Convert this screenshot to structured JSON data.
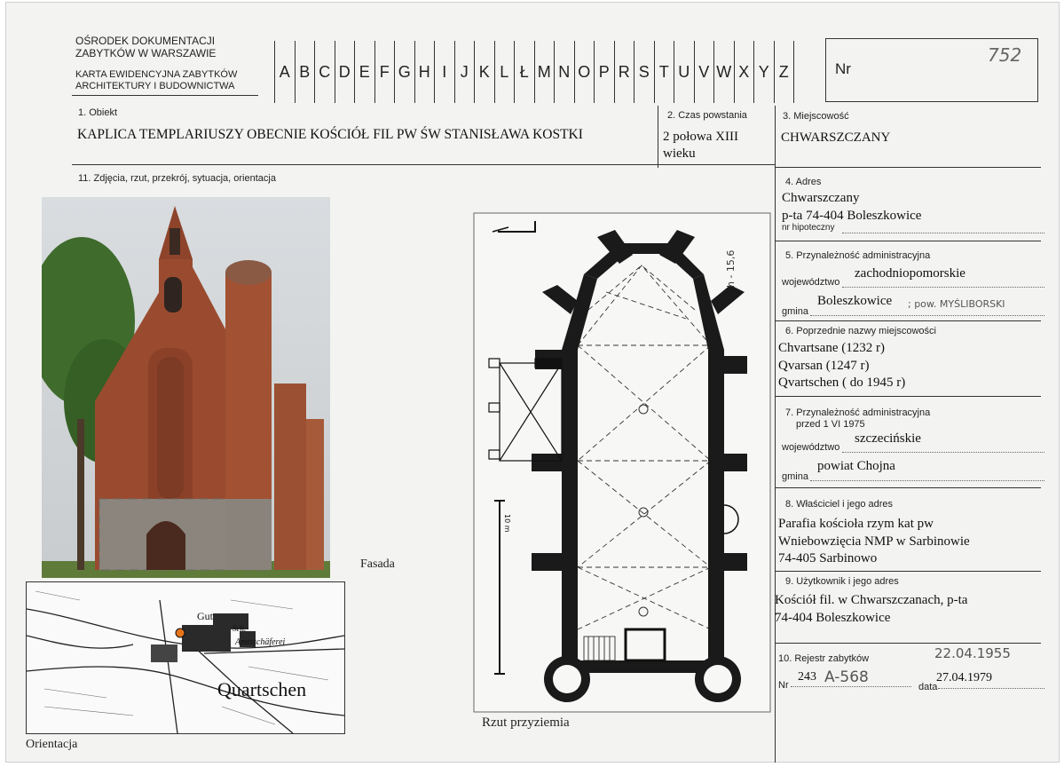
{
  "header": {
    "org_line1": "OŚRODEK DOKUMENTACJI",
    "org_line2": "ZABYTKÓW W WARSZAWIE",
    "card_line1": "KARTA EWIDENCYJNA ZABYTKÓW",
    "card_line2": "ARCHITEKTURY I BUDOWNICTWA",
    "alphabet": [
      "A",
      "B",
      "C",
      "D",
      "E",
      "F",
      "G",
      "H",
      "I",
      "J",
      "K",
      "L",
      "Ł",
      "M",
      "N",
      "O",
      "P",
      "R",
      "S",
      "T",
      "U",
      "V",
      "W",
      "X",
      "Y",
      "Z"
    ],
    "nr_label": "Nr",
    "nr_value": "752"
  },
  "fields": {
    "obiekt_label": "1. Obiekt",
    "obiekt_value": "KAPLICA TEMPLARIUSZY  OBECNIE KOŚCIÓŁ FIL  PW ŚW STANISŁAWA KOSTKI",
    "czas_label": "2. Czas powstania",
    "czas_value_line1": "2 połowa XIII",
    "czas_value_line2": "wieku",
    "miejscowosc_label": "3. Miejscowość",
    "miejscowosc_value": "CHWARSZCZANY",
    "zdjecia_label": "11.  Zdjęcia, rzut, przekrój, sytuacja, orientacja",
    "adres_label": "4. Adres",
    "adres_line1": "Chwarszczany",
    "adres_line2": "p-ta 74-404  Boleszkowice",
    "nr_hipoteczny_label": "nr hipoteczny",
    "przynaleznosc_label": "5. Przynależność administracyjna",
    "wojewodztwo_label": "województwo",
    "wojewodztwo_value": "zachodniopomorskie",
    "gmina_label": "gmina",
    "gmina_value": "Boleszkowice",
    "gmina_hand": "; pow. MYŚLIBORSKI",
    "poprzednie_label": "6. Poprzednie nazwy miejscowości",
    "poprzednie_values": [
      "Chvartsane (1232 r)",
      "Qvarsan (1247 r)",
      "Qvartschen ( do 1945 r)"
    ],
    "przyn1975_label": "7. Przynależność administracyjna",
    "przed_label": "przed  1 VI 1975",
    "wojewodztwo_1975_label": "województwo",
    "wojewodztwo_1975_value": "szczecińskie",
    "gmina_1975_label": "gmina",
    "gmina_1975_value": "powiat Chojna",
    "wlasciciel_label": "8. Właściciel i jego adres",
    "wlasciciel_values": [
      "Parafia kościoła rzym kat pw",
      "Wniebowzięcia NMP w Sarbinowie",
      "74-405 Sarbinowo"
    ],
    "uzytkownik_label": "9. Użytkownik i jego adres",
    "uzytkownik_values": [
      "Kościół fil. w Chwarszczanach, p-ta",
      "74-404 Boleszkowice"
    ],
    "rejestr_label": "10. Rejestr zabytków",
    "rejestr_hand_date": "22.04.1955",
    "rejestr_nr_label": "Nr",
    "rejestr_nr_value": "243",
    "rejestr_nr_hand": "A-568",
    "rejestr_data_label": "data",
    "rejestr_data_value": "27.04.1979"
  },
  "captions": {
    "fasada": "Fasada",
    "orientacja": "Orientacja",
    "rzut": "Rzut przyziemia",
    "plan_h": "h - 15,6",
    "plan_scale": "10 m",
    "map_gut": "Gut",
    "map_sch": "Sch.",
    "map_amt": "Amtsschäferei",
    "map_town": "Quartschen"
  }
}
